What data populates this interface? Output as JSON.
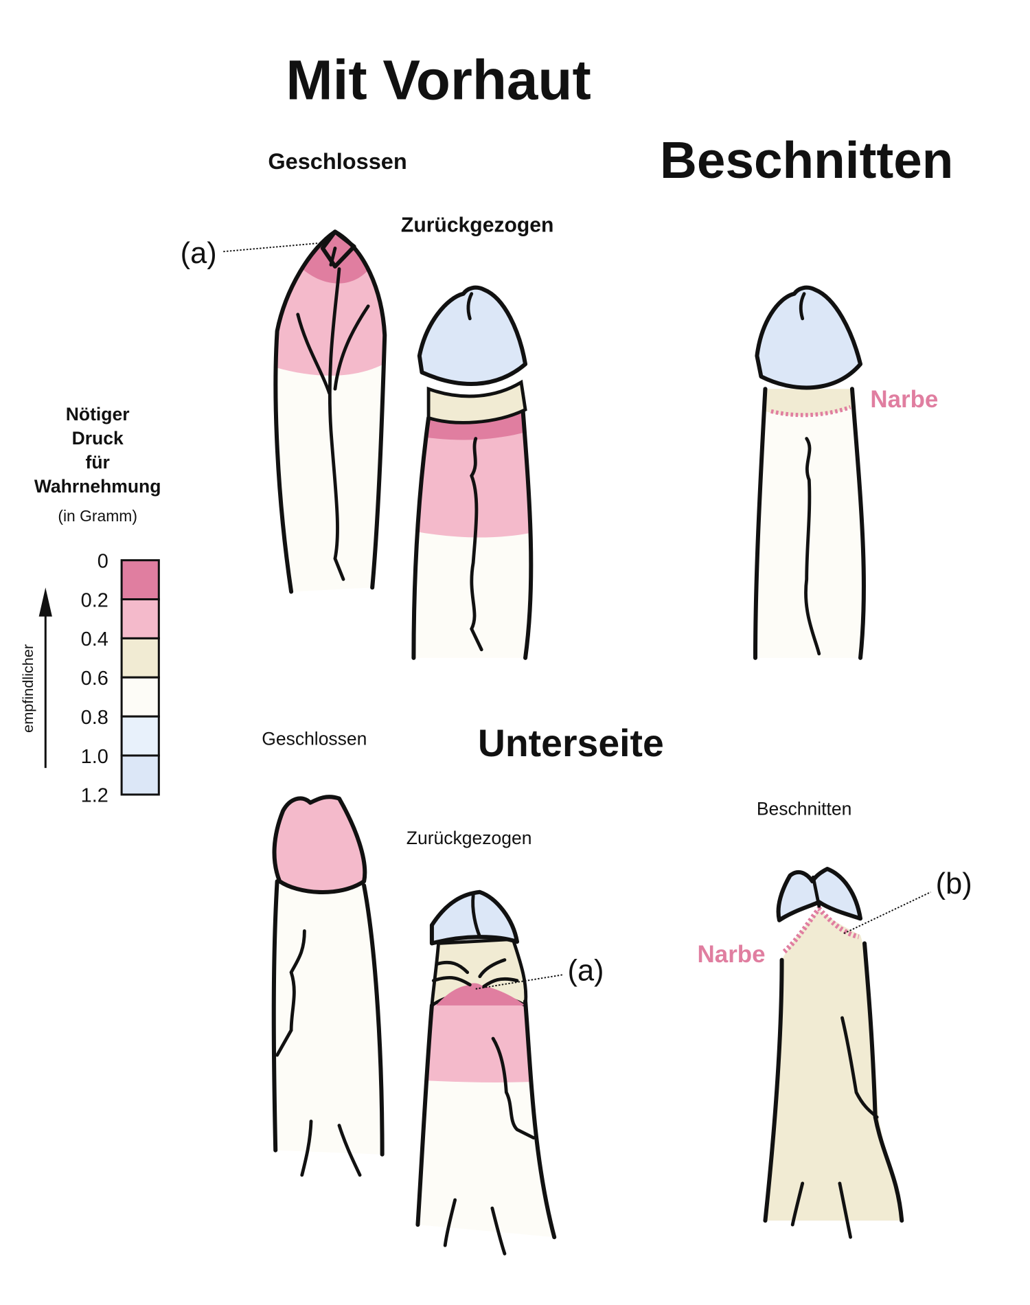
{
  "titles": {
    "main": "Mit Vorhaut",
    "circumcised": "Beschnitten",
    "underside": "Unterseite"
  },
  "top_row": {
    "closed": "Geschlossen",
    "retracted": "Zurückgezogen",
    "scar_label": "Narbe",
    "marker_a": "(a)"
  },
  "bottom_row": {
    "closed": "Geschlossen",
    "retracted": "Zurückgezogen",
    "circumcised": "Beschnitten",
    "scar_label": "Narbe",
    "marker_a": "(a)",
    "marker_b": "(b)"
  },
  "legend": {
    "title_lines": [
      "Nötiger",
      "Druck",
      "für",
      "Wahrnehmung"
    ],
    "unit": "(in Gramm)",
    "arrow_label": "empfindlicher",
    "ticks": [
      "0",
      "0.2",
      "0.4",
      "0.6",
      "0.8",
      "1.0",
      "1.2"
    ],
    "colors": [
      "#e07ea0",
      "#f4bacb",
      "#f1ebd3",
      "#fdfcf7",
      "#e8f1fb",
      "#dce7f7"
    ]
  },
  "colors": {
    "scar": "#e07ea0",
    "outline": "#111111"
  }
}
